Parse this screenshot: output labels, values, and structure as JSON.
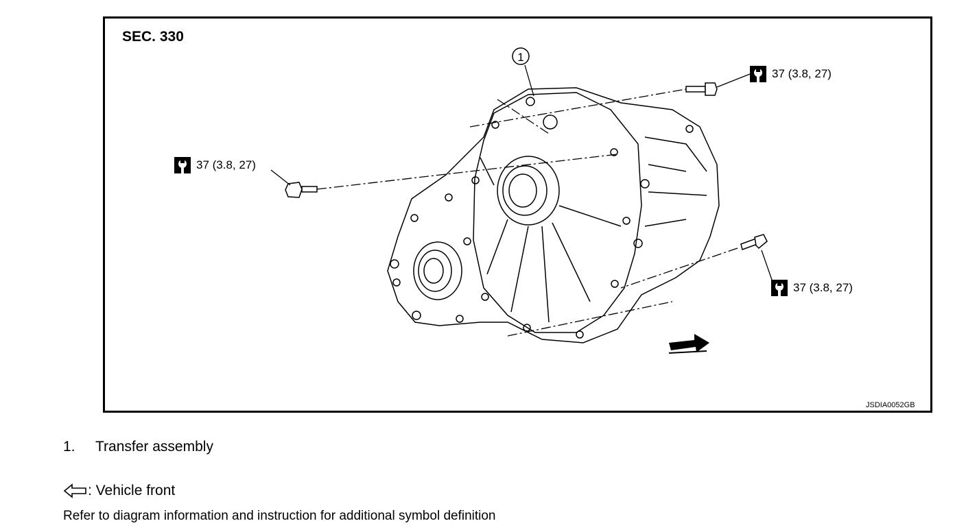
{
  "section_label": "SEC. 330",
  "figure_id": "JSDIA0052GB",
  "callout_number": "1",
  "torque": {
    "top_right": "37 (3.8, 27)",
    "left": "37 (3.8, 27)",
    "bottom_right": "37 (3.8, 27)"
  },
  "icons": {
    "torque": "torque-wrench-icon",
    "front": "vehicle-front-arrow-icon"
  },
  "legend": {
    "items": [
      {
        "number": "1.",
        "text": "Transfer assembly"
      }
    ],
    "front_label": ": Vehicle front",
    "note": "Refer to diagram information and instruction for additional symbol definition"
  }
}
